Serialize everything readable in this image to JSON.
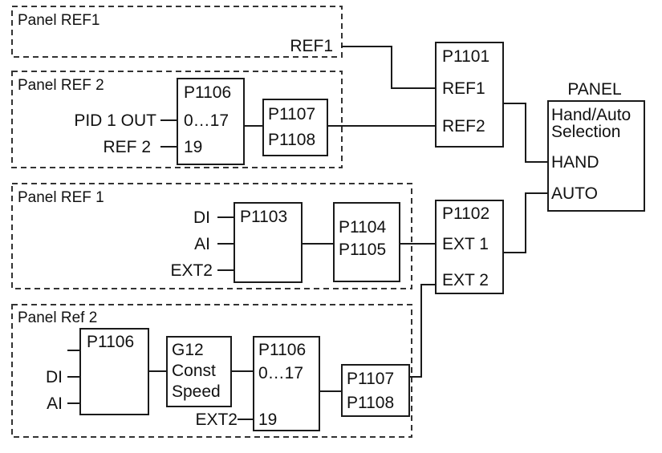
{
  "panels": {
    "panel_ref1_top": "Panel REF1",
    "panel_ref2_upper": "Panel REF 2",
    "panel_ref1_mid": "Panel REF 1",
    "panel_ref2_lower": "Panel Ref 2"
  },
  "signals": {
    "ref1": "REF1",
    "pid1_out": "PID 1 OUT",
    "ref2": "REF 2",
    "di_mid": "DI",
    "ai_mid": "AI",
    "ext2_mid": "EXT2",
    "di_low": "DI",
    "ai_low": "AI",
    "ext2_low": "EXT2"
  },
  "blocks": {
    "p1101": {
      "title": "P1101",
      "in1": "REF1",
      "in2": "REF2"
    },
    "p1102": {
      "title": "P1102",
      "in1": "EXT 1",
      "in2": "EXT 2"
    },
    "panel": {
      "title": "PANEL",
      "line1": "Hand/Auto",
      "line2": "Selection",
      "hand": "HAND",
      "auto": "AUTO"
    },
    "p1106_upper": {
      "title": "P1106",
      "in1": "0…17",
      "in2": "19"
    },
    "p1107_upper": {
      "line1": "P1107",
      "line2": "P1108"
    },
    "p1103": {
      "title": "P1103"
    },
    "p1104": {
      "line1": "P1104",
      "line2": "P1105"
    },
    "p1106_left": {
      "title": "P1106"
    },
    "g12": {
      "line1": "G12",
      "line2": "Const",
      "line3": "Speed"
    },
    "p1106_right": {
      "title": "P1106",
      "in1": "0…17",
      "in2": "19"
    },
    "p1107_lower": {
      "line1": "P1107",
      "line2": "P1108"
    }
  }
}
